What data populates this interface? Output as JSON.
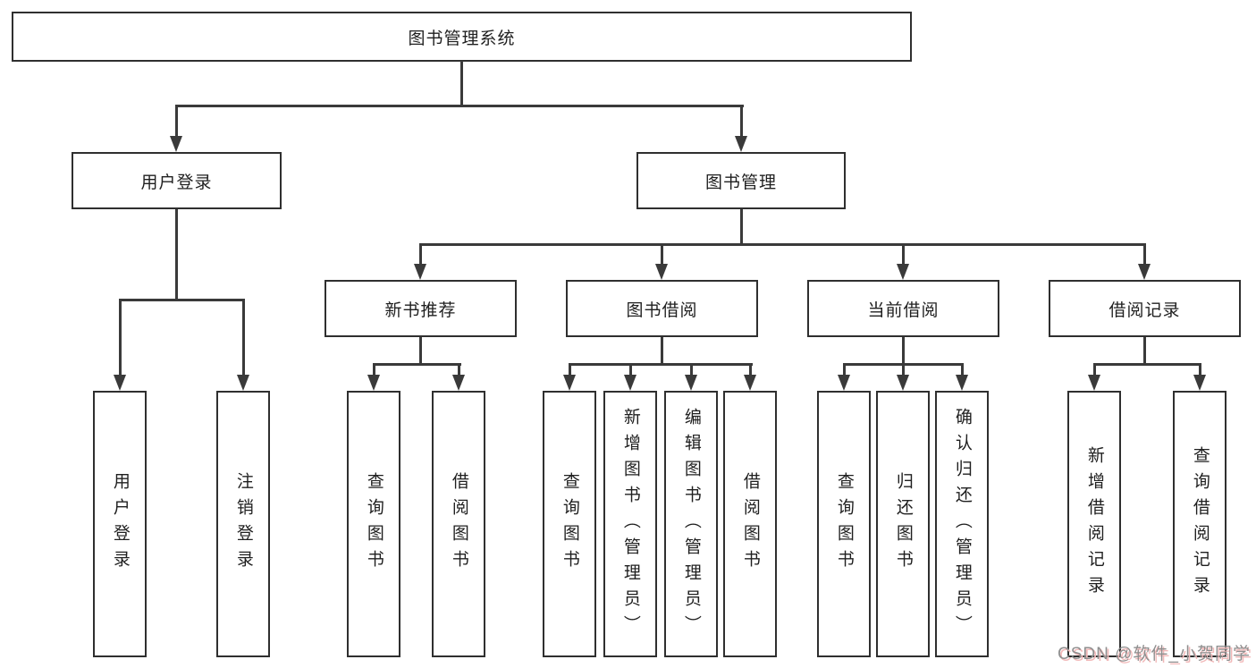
{
  "diagram": {
    "root": {
      "label": "图书管理系统"
    },
    "branches": [
      {
        "label": "用户登录",
        "children": [
          {
            "label": "用户登录"
          },
          {
            "label": "注销登录"
          }
        ]
      },
      {
        "label": "图书管理",
        "children": [
          {
            "label": "新书推荐",
            "children": [
              {
                "label": "查询图书"
              },
              {
                "label": "借阅图书"
              }
            ]
          },
          {
            "label": "图书借阅",
            "children": [
              {
                "label": "查询图书"
              },
              {
                "label": "新增图书（管理员）"
              },
              {
                "label": "编辑图书（管理员）"
              },
              {
                "label": "借阅图书"
              }
            ]
          },
          {
            "label": "当前借阅",
            "children": [
              {
                "label": "查询图书"
              },
              {
                "label": "归还图书"
              },
              {
                "label": "确认归还（管理员）"
              }
            ]
          },
          {
            "label": "借阅记录",
            "children": [
              {
                "label": "新增借阅记录"
              },
              {
                "label": "查询借阅记录"
              }
            ]
          }
        ]
      }
    ]
  },
  "watermark": {
    "text": "CSDN @软件_小贺同学"
  },
  "colors": {
    "line": "#3a3a3a",
    "box_border": "#2f2f2f",
    "text": "#1f1f1f",
    "background": "#ffffff",
    "watermark": "#8f8f8f",
    "watermark_shadow": "#f2b9b9"
  }
}
